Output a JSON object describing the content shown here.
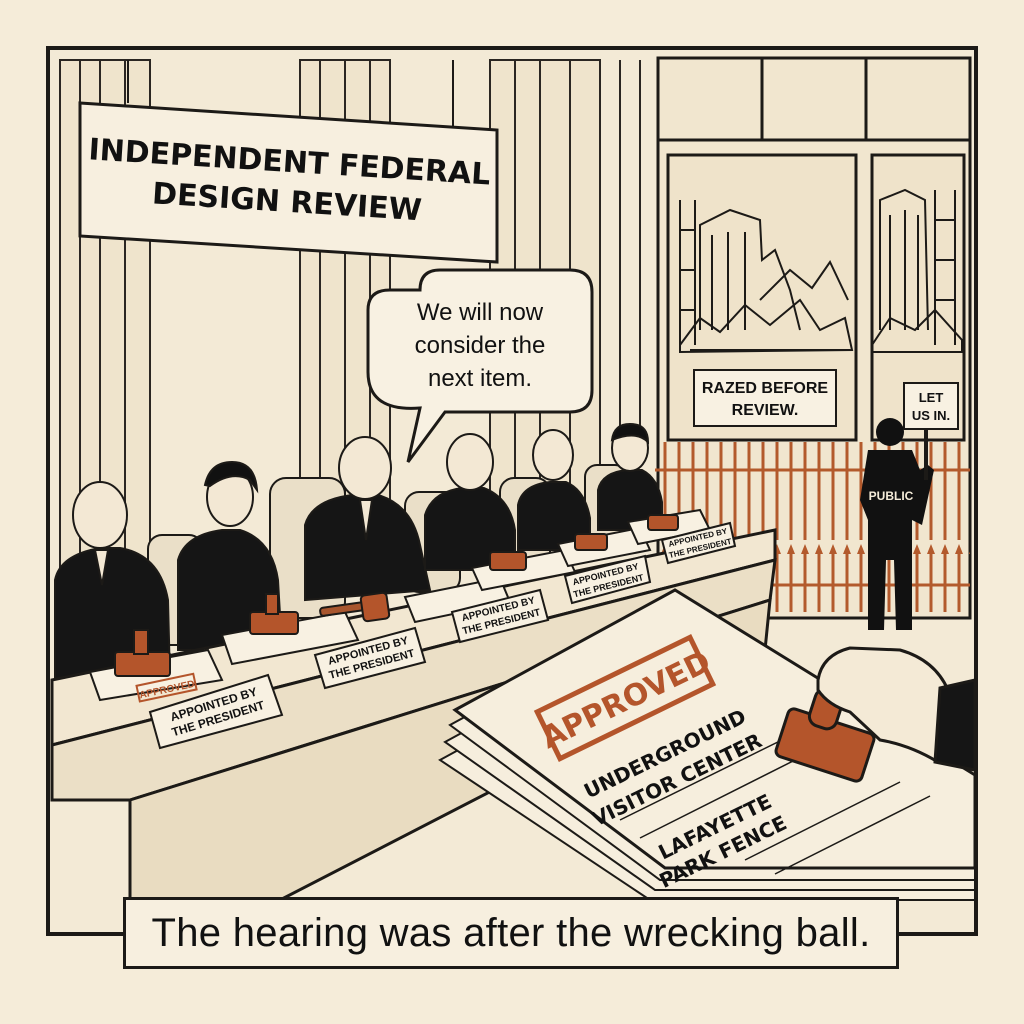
{
  "colors": {
    "paper": "#f5ecd9",
    "ink": "#1c1a17",
    "stamp": "#b4552b",
    "fence": "#b35a2c"
  },
  "header_sign": {
    "line1": "INDEPENDENT FEDERAL",
    "line2": "DESIGN REVIEW"
  },
  "speech_bubble": {
    "line1": "We will now",
    "line2": "consider the",
    "line3": "next item."
  },
  "window_sign": {
    "line1": "RAZED BEFORE",
    "line2": "REVIEW."
  },
  "protest_sign": {
    "line1": "LET",
    "line2": "US IN."
  },
  "public_figure": {
    "label": "PUBLIC"
  },
  "nameplate": {
    "line1": "APPOINTED BY",
    "line2": "THE PRESIDENT"
  },
  "document": {
    "stamp": "APPROVED",
    "item1_line1": "UNDERGROUND",
    "item1_line2": "VISITOR CENTER",
    "item2_line1": "LAFAYETTE",
    "item2_line2": "PARK FENCE"
  },
  "small_stamp": "APPROVED",
  "caption": "The hearing was after the wrecking ball."
}
